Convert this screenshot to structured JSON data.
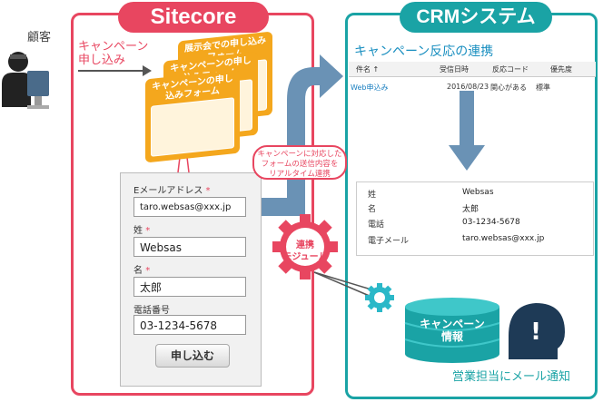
{
  "panels": {
    "sitecore_title": "Sitecore",
    "crm_title": "CRMシステム"
  },
  "customer": {
    "label": "顧客"
  },
  "campaign_entry": {
    "line1": "キャンペーン",
    "line2": "申し込み"
  },
  "form_stack": {
    "back": "展示会での申し込みフォーム",
    "middle": "キャンペーンの申し込みフォーム",
    "front": "キャンペーンの申し込みフォーム"
  },
  "form": {
    "email_label": "Eメールアドレス",
    "email_value": "taro.websas@xxx.jp",
    "last_name_label": "姓",
    "last_name_value": "Websas",
    "first_name_label": "名",
    "first_name_value": "太郎",
    "phone_label": "電話番号",
    "phone_value": "03-1234-5678",
    "submit_label": "申し込む",
    "required_mark": "*"
  },
  "callout": {
    "line1": "キャンペーンに対応した",
    "line2": "フォームの送信内容を",
    "line3": "リアルタイム連携"
  },
  "crm": {
    "section_title": "キャンペーン反応の連携",
    "table_headers": [
      "件名 ↑",
      "受信日時",
      "反応コード",
      "優先度"
    ],
    "table_row": [
      "Web申込み",
      "2016/08/23",
      "関心がある",
      "標準"
    ],
    "contact": [
      {
        "label": "姓",
        "value": "Websas"
      },
      {
        "label": "名",
        "value": "太郎"
      },
      {
        "label": "電話",
        "value": "03-1234-5678"
      },
      {
        "label": "電子メール",
        "value": "taro.websas@xxx.jp"
      }
    ]
  },
  "module": {
    "line1": "連携",
    "line2": "モジュール"
  },
  "database": {
    "line1": "キャンペーン",
    "line2": "情報"
  },
  "notification": {
    "label": "営業担当にメール通知"
  },
  "colors": {
    "sitecore": "#e84660",
    "crm": "#1aa3a5",
    "flow_arrow": "#6a92b5",
    "form_orange": "#f4a71d",
    "person": "#1e3a56"
  }
}
